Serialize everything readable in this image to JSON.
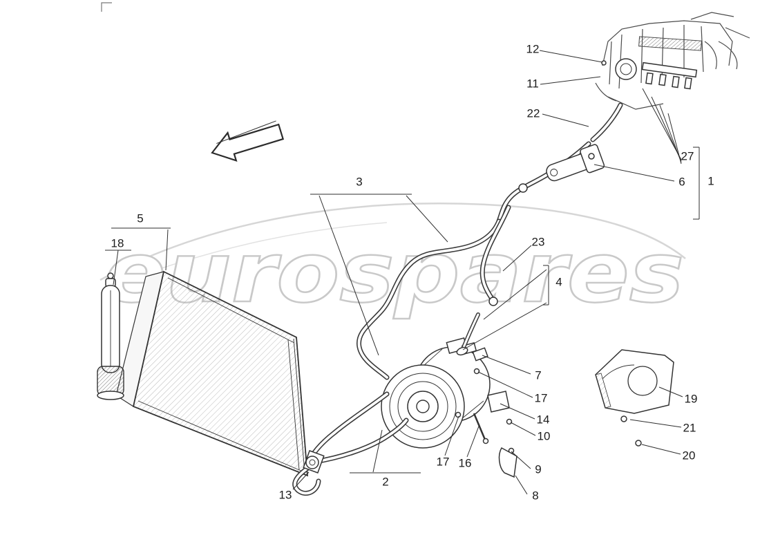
{
  "watermark": {
    "text": "eurospares",
    "stroke_color": "#c9c9c9",
    "swoosh_color": "#d6d6d6"
  },
  "colors": {
    "line": "#333333",
    "background": "#ffffff",
    "label_text": "#1c1c1c"
  },
  "icons": {
    "direction_arrow": "outlined arrow pointing to lower-left"
  },
  "labels": [
    {
      "text": "12"
    },
    {
      "text": "11"
    },
    {
      "text": "22"
    },
    {
      "text": "27"
    },
    {
      "text": "6"
    },
    {
      "text": "1"
    },
    {
      "text": "3"
    },
    {
      "text": "5"
    },
    {
      "text": "18"
    },
    {
      "text": "23"
    },
    {
      "text": "4"
    },
    {
      "text": "7"
    },
    {
      "text": "17"
    },
    {
      "text": "14"
    },
    {
      "text": "10"
    },
    {
      "text": "9"
    },
    {
      "text": "8"
    },
    {
      "text": "19"
    },
    {
      "text": "21"
    },
    {
      "text": "20"
    },
    {
      "text": "17"
    },
    {
      "text": "16"
    },
    {
      "text": "2"
    },
    {
      "text": "13"
    }
  ]
}
